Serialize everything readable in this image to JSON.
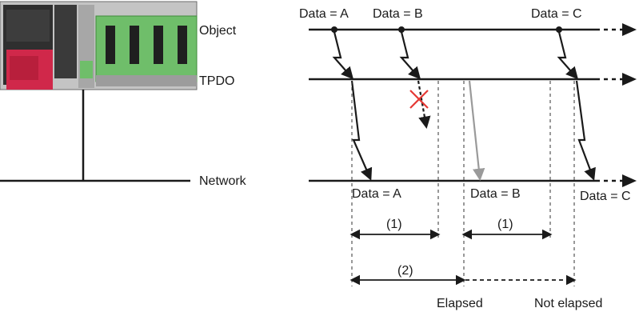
{
  "labels": {
    "object": "Object",
    "tpdo": "TPDO",
    "network": "Network",
    "data_a": "Data = A",
    "data_b": "Data = B",
    "data_c": "Data = C",
    "interval_1": "(1)",
    "interval_2": "(2)",
    "elapsed": "Elapsed",
    "not_elapsed": "Not elapsed"
  },
  "colors": {
    "line": "#1a1a1a",
    "dashed": "#333333",
    "module_green": "#6fbe6a",
    "module_red": "#d0284a",
    "module_gray": "#b7b7b7",
    "blocked_arrow": "#9a9a9a",
    "cancel_mark": "#e53935"
  },
  "icons": [
    "plc-module-rack",
    "cancel-x-icon"
  ]
}
